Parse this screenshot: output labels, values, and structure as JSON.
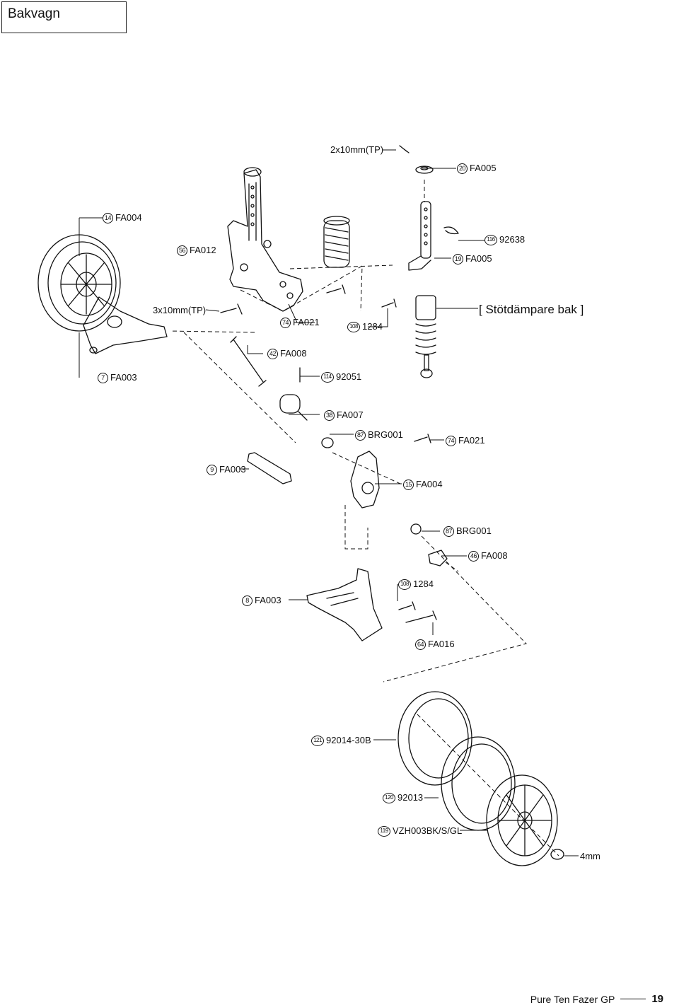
{
  "header": {
    "title": "Bakvagn"
  },
  "section_title": "[ Stötdämpare bak ]",
  "callouts": [
    {
      "id": "screw-2x10",
      "num": "",
      "code": "2x10mm(TP)"
    },
    {
      "id": "fa005-top",
      "num": "20",
      "code": "FA005"
    },
    {
      "id": "fa004-upper",
      "num": "14",
      "code": "FA004"
    },
    {
      "id": "fa012",
      "num": "56",
      "code": "FA012"
    },
    {
      "id": "92638",
      "num": "116",
      "code": "92638"
    },
    {
      "id": "fa005-mid",
      "num": "19",
      "code": "FA005"
    },
    {
      "id": "screw-3x10",
      "num": "",
      "code": "3x10mm(TP)"
    },
    {
      "id": "fa021-upper",
      "num": "74",
      "code": "FA021"
    },
    {
      "id": "1284-upper",
      "num": "108",
      "code": "1284"
    },
    {
      "id": "fa008-upper",
      "num": "42",
      "code": "FA008"
    },
    {
      "id": "fa003-7",
      "num": "7",
      "code": "FA003"
    },
    {
      "id": "92051",
      "num": "114",
      "code": "92051"
    },
    {
      "id": "fa007",
      "num": "38",
      "code": "FA007"
    },
    {
      "id": "brg001-upper",
      "num": "87",
      "code": "BRG001"
    },
    {
      "id": "fa021-lower",
      "num": "74",
      "code": "FA021"
    },
    {
      "id": "fa003-9",
      "num": "9",
      "code": "FA003"
    },
    {
      "id": "fa004-lower",
      "num": "15",
      "code": "FA004"
    },
    {
      "id": "brg001-lower",
      "num": "87",
      "code": "BRG001"
    },
    {
      "id": "fa008-lower",
      "num": "46",
      "code": "FA008"
    },
    {
      "id": "1284-lower",
      "num": "108",
      "code": "1284"
    },
    {
      "id": "fa003-8",
      "num": "8",
      "code": "FA003"
    },
    {
      "id": "fa016",
      "num": "64",
      "code": "FA016"
    },
    {
      "id": "92014-30b",
      "num": "121",
      "code": "92014-30B"
    },
    {
      "id": "92013",
      "num": "120",
      "code": "92013"
    },
    {
      "id": "vzh003",
      "num": "119",
      "code": "VZH003BK/S/GL"
    },
    {
      "id": "nut-4mm",
      "num": "",
      "code": "4mm"
    }
  ],
  "footer": {
    "product": "Pure Ten Fazer GP",
    "page": "19"
  }
}
